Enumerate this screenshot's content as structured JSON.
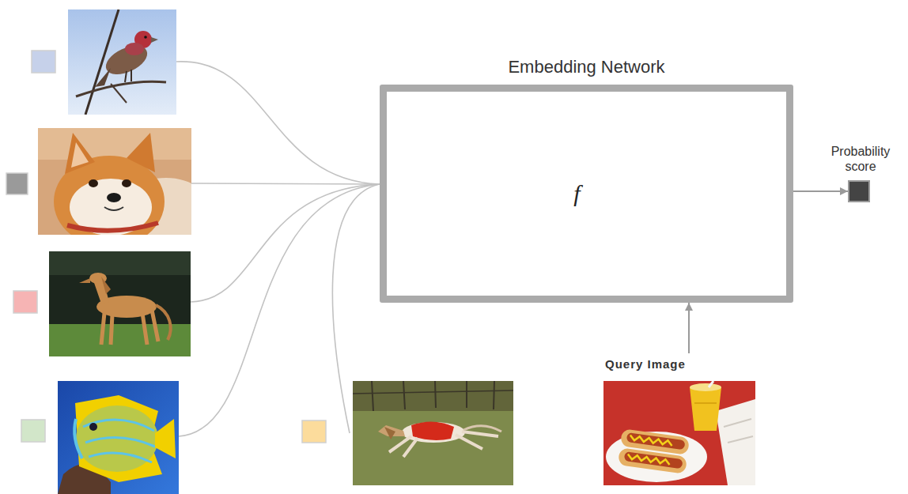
{
  "diagram": {
    "nodes": [
      {
        "text": [
          "Embedding Network",
          "f"
        ]
      },
      {
        "text": [
          "Probability score"
        ]
      },
      {
        "text": [
          "Query Image"
        ]
      }
    ],
    "edges": [
      {
        "from": 2,
        "to": 0,
        "arrow": "to"
      },
      {
        "from": 0,
        "to": 1,
        "arrow": "to"
      }
    ]
  }
}
